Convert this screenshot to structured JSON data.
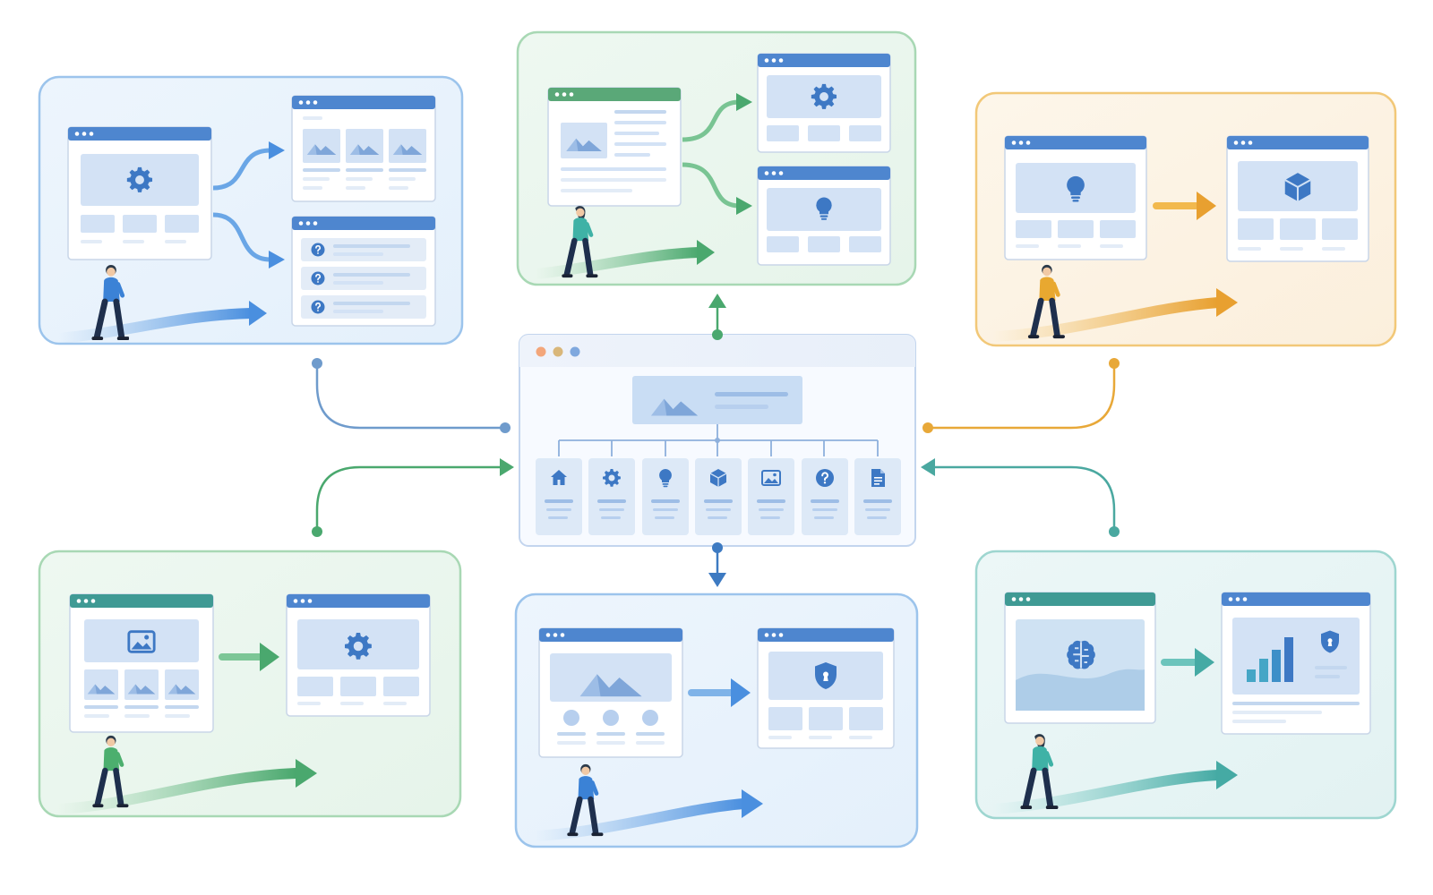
{
  "diagram": {
    "hub": {
      "nav_icons": [
        "home-icon",
        "gear-icon",
        "lightbulb-icon",
        "cube-icon",
        "image-icon",
        "help-icon",
        "document-icon"
      ],
      "hero_icon": "mountain-image-icon",
      "traffic_light_colors": [
        "#f3a67a",
        "#d9b77a",
        "#7fa8de"
      ]
    },
    "panels": [
      {
        "id": "top-left",
        "color": "#7fb3e8",
        "icons": [
          "gear-icon",
          "image-icon",
          "help-icon"
        ],
        "walker": "person-walking-icon"
      },
      {
        "id": "top-center",
        "color": "#8ccc9e",
        "icons": [
          "image-icon",
          "gear-icon",
          "lightbulb-icon"
        ],
        "walker": "person-walking-icon"
      },
      {
        "id": "top-right",
        "color": "#f0c060",
        "icons": [
          "lightbulb-icon",
          "cube-icon"
        ],
        "walker": "person-walking-icon"
      },
      {
        "id": "bottom-left",
        "color": "#8ccc9e",
        "icons": [
          "image-icon",
          "gear-icon"
        ],
        "walker": "person-walking-icon"
      },
      {
        "id": "bottom-center",
        "color": "#7fb3e8",
        "icons": [
          "mountain-image-icon",
          "shield-icon"
        ],
        "walker": "person-walking-icon"
      },
      {
        "id": "bottom-right",
        "color": "#7fcfc8",
        "icons": [
          "brain-icon",
          "bar-chart-icon",
          "shield-icon"
        ],
        "walker": "person-walking-icon"
      }
    ],
    "connectors": [
      {
        "from": "top-left",
        "to": "hub",
        "color": "#6f9bcc"
      },
      {
        "from": "hub",
        "to": "top-center",
        "color": "#4aa86e"
      },
      {
        "from": "top-right",
        "to": "hub",
        "color": "#e8a838"
      },
      {
        "from": "bottom-left",
        "to": "hub",
        "color": "#4aa86e"
      },
      {
        "from": "hub",
        "to": "bottom-center",
        "color": "#3d7ac2"
      },
      {
        "from": "bottom-right",
        "to": "hub",
        "color": "#4aa8a0"
      }
    ]
  }
}
